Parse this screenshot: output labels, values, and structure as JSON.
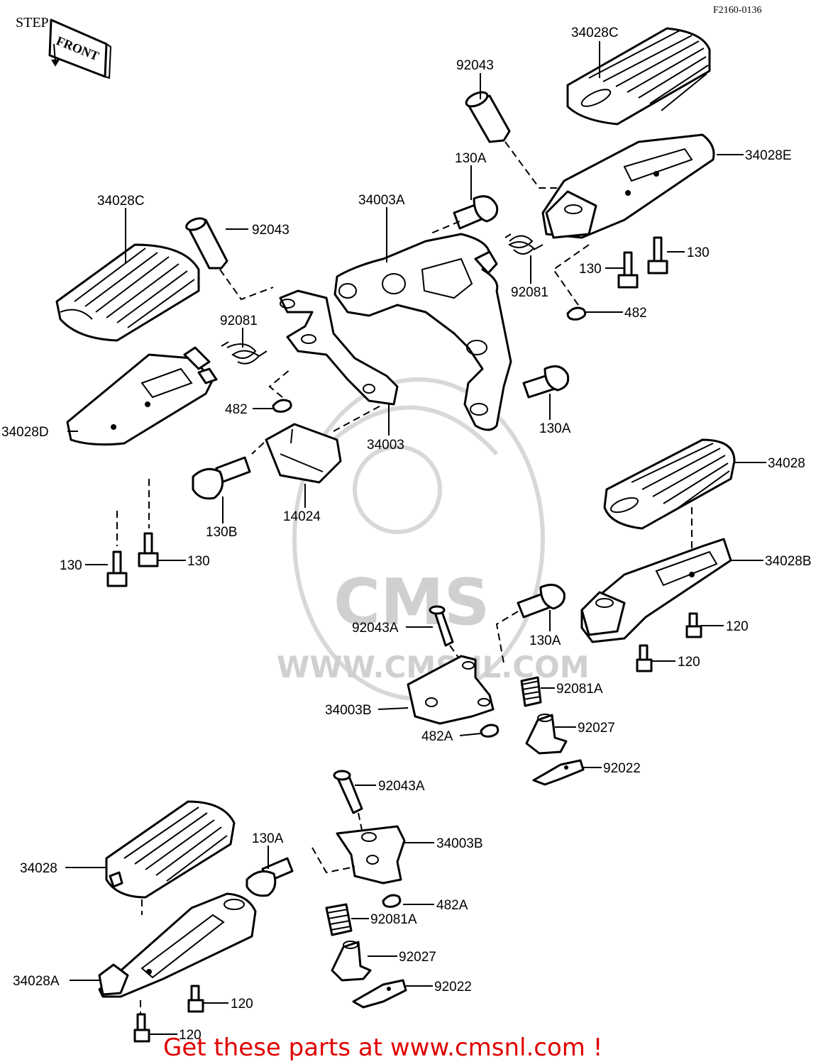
{
  "header": {
    "title": "STEP",
    "code": "F2160-0136",
    "front_label": "FRONT"
  },
  "watermark": {
    "brand": "CMS",
    "url": "WWW.CMSNL.COM"
  },
  "labels": {
    "p34028C_top": "34028C",
    "p92043_top": "92043",
    "p130A_top": "130A",
    "p34028E": "34028E",
    "p34003A": "34003A",
    "p34028C_left": "34028C",
    "p92043_left": "92043",
    "p130_r1": "130",
    "p130_r2": "130",
    "p92081_right": "92081",
    "p482_right": "482",
    "p92081_left": "92081",
    "p482_left": "482",
    "p34028D": "34028D",
    "p34003": "34003",
    "p130A_mid": "130A",
    "p34028_right": "34028",
    "p14024": "14024",
    "p130B": "130B",
    "p130_l1": "130",
    "p130_l2": "130",
    "p34028B": "34028B",
    "p92043A_mid": "92043A",
    "p130A_lowmid": "130A",
    "p120_r1": "120",
    "p120_r2": "120",
    "p92081A_mid": "92081A",
    "p34003B_mid": "34003B",
    "p92027_mid": "92027",
    "p482A_mid": "482A",
    "p92022_mid": "92022",
    "p92043A_low": "92043A",
    "p130A_low": "130A",
    "p34003B_low": "34003B",
    "p34028_low": "34028",
    "p482A_low": "482A",
    "p92081A_low": "92081A",
    "p92027_low": "92027",
    "p34028A": "34028A",
    "p92022_low": "92022",
    "p120_l1": "120",
    "p120_l2": "120"
  },
  "footer": {
    "text": "Get these parts at www.cmsnl.com !"
  }
}
